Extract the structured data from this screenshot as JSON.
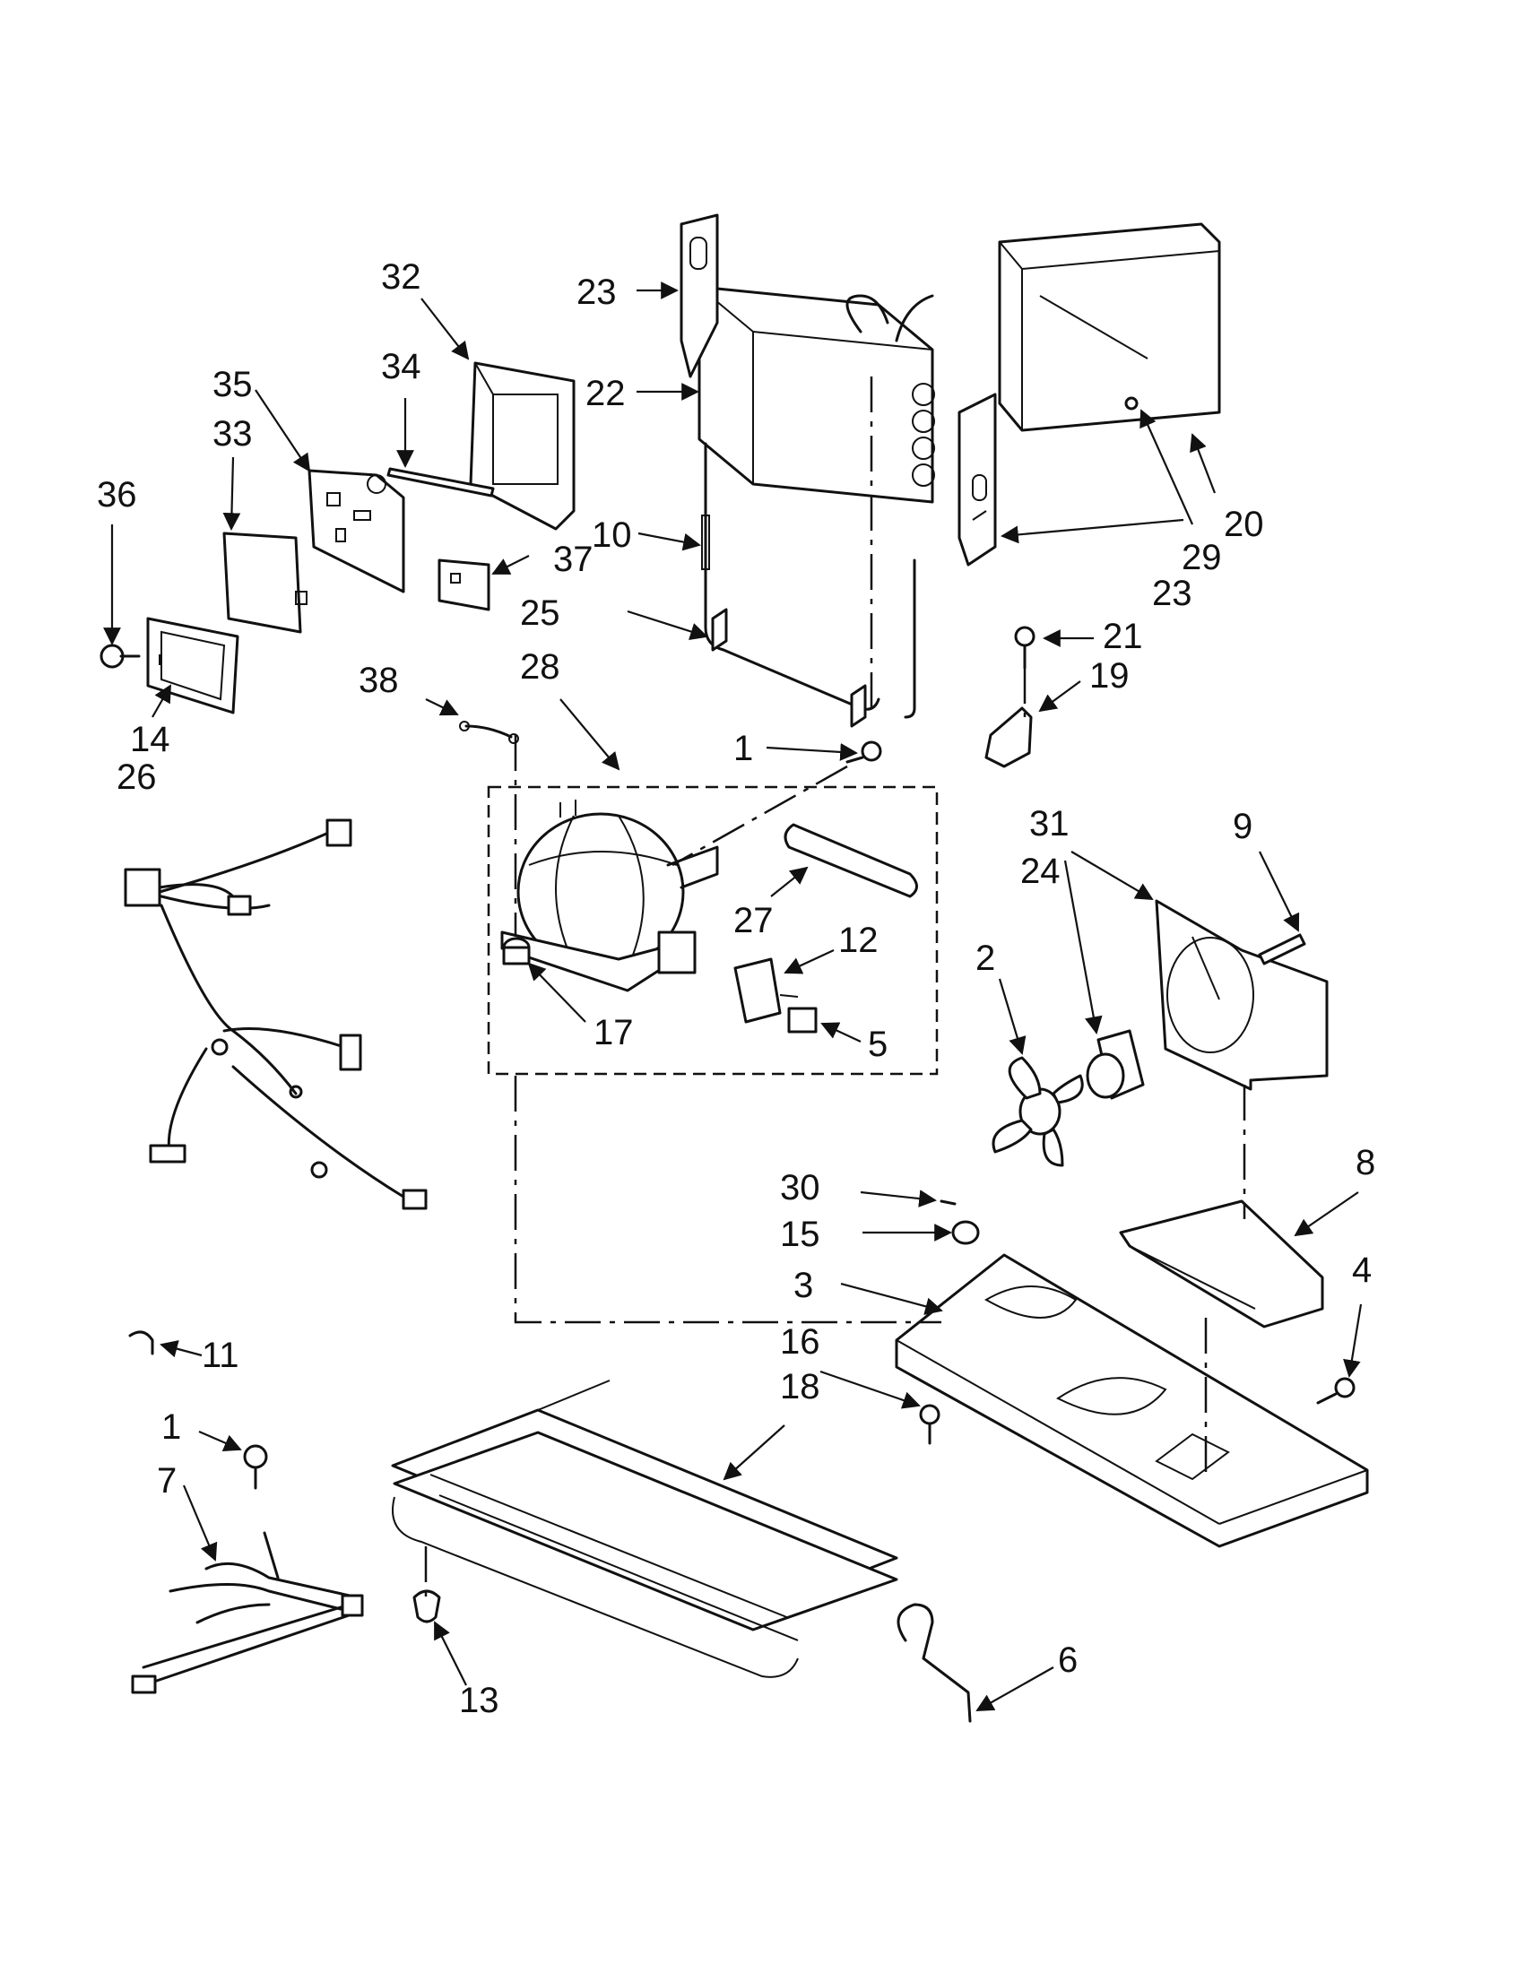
{
  "callouts": [
    {
      "id": "c1a",
      "text": "1"
    },
    {
      "id": "c1b",
      "text": "1"
    },
    {
      "id": "c2",
      "text": "2"
    },
    {
      "id": "c3",
      "text": "3"
    },
    {
      "id": "c4",
      "text": "4"
    },
    {
      "id": "c5",
      "text": "5"
    },
    {
      "id": "c6",
      "text": "6"
    },
    {
      "id": "c7",
      "text": "7"
    },
    {
      "id": "c8",
      "text": "8"
    },
    {
      "id": "c9",
      "text": "9"
    },
    {
      "id": "c10",
      "text": "10"
    },
    {
      "id": "c11",
      "text": "11"
    },
    {
      "id": "c12",
      "text": "12"
    },
    {
      "id": "c13",
      "text": "13"
    },
    {
      "id": "c14",
      "text": "14"
    },
    {
      "id": "c15",
      "text": "15"
    },
    {
      "id": "c16",
      "text": "16"
    },
    {
      "id": "c17",
      "text": "17"
    },
    {
      "id": "c18",
      "text": "18"
    },
    {
      "id": "c19",
      "text": "19"
    },
    {
      "id": "c20",
      "text": "20"
    },
    {
      "id": "c21",
      "text": "21"
    },
    {
      "id": "c22",
      "text": "22"
    },
    {
      "id": "c23a",
      "text": "23"
    },
    {
      "id": "c23b",
      "text": "23"
    },
    {
      "id": "c24",
      "text": "24"
    },
    {
      "id": "c25",
      "text": "25"
    },
    {
      "id": "c26",
      "text": "26"
    },
    {
      "id": "c27",
      "text": "27"
    },
    {
      "id": "c28",
      "text": "28"
    },
    {
      "id": "c29",
      "text": "29"
    },
    {
      "id": "c30",
      "text": "30"
    },
    {
      "id": "c31",
      "text": "31"
    },
    {
      "id": "c32",
      "text": "32"
    },
    {
      "id": "c33",
      "text": "33"
    },
    {
      "id": "c34",
      "text": "34"
    },
    {
      "id": "c35",
      "text": "35"
    },
    {
      "id": "c36",
      "text": "36"
    },
    {
      "id": "c37",
      "text": "37"
    },
    {
      "id": "c38",
      "text": "38"
    }
  ]
}
